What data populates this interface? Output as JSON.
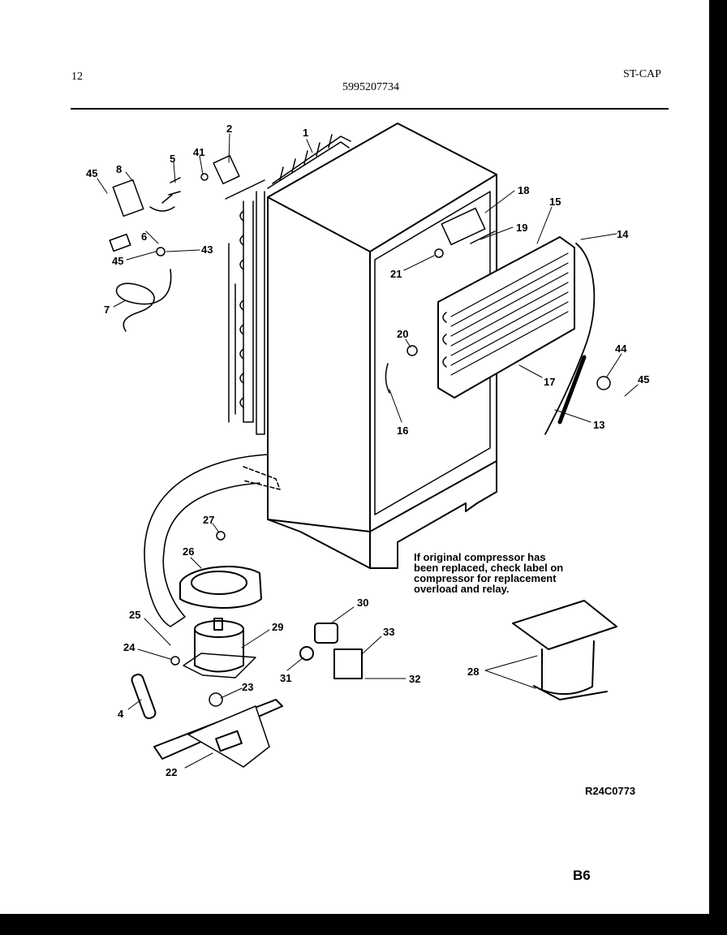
{
  "header": {
    "page_number": "12",
    "model_number": "5995207734",
    "section": "ST-CAP"
  },
  "note": {
    "lines": [
      "If original compressor has",
      "been replaced, check label on",
      "compressor for replacement",
      "overload and relay."
    ]
  },
  "drawing_code": "R24C0773",
  "page_code": "B6",
  "callouts": [
    "1",
    "2",
    "41",
    "5",
    "8",
    "45",
    "6",
    "45",
    "43",
    "7",
    "18",
    "15",
    "14",
    "19",
    "21",
    "20",
    "16",
    "17",
    "44",
    "45",
    "13",
    "27",
    "26",
    "25",
    "29",
    "30",
    "24",
    "31",
    "33",
    "32",
    "4",
    "23",
    "22",
    "28"
  ]
}
